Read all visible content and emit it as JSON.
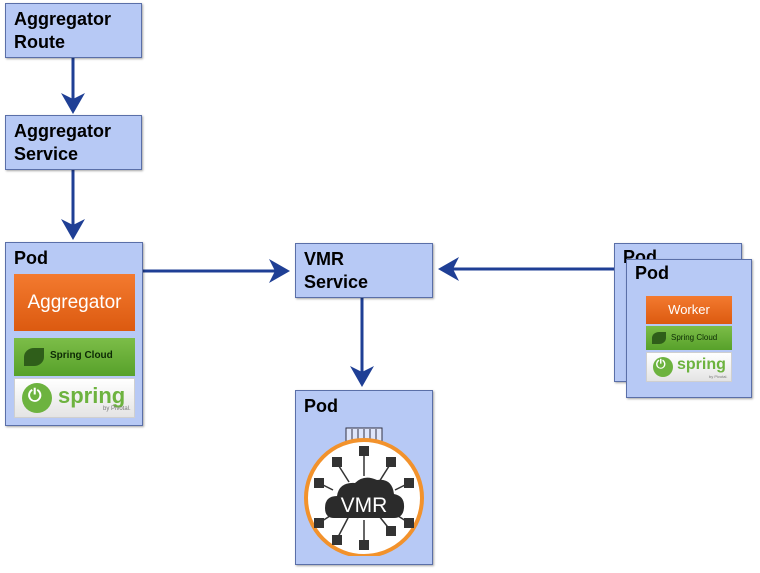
{
  "nodes": {
    "aggregator_route": {
      "title": "Aggregator\nRoute"
    },
    "aggregator_service": {
      "title": "Aggregator\nService"
    },
    "aggregator_pod": {
      "title": "Pod",
      "tiles": {
        "app": "Aggregator",
        "cloud": "Spring Cloud",
        "spring": "spring",
        "vendor": "by Pivotal."
      }
    },
    "vmr_service": {
      "title": "VMR\nService"
    },
    "vmr_pod": {
      "title": "Pod",
      "logo_text": "VMR"
    },
    "worker_pod_back": {
      "title": "Pod"
    },
    "worker_pod_front": {
      "title": "Pod",
      "tiles": {
        "app": "Worker",
        "cloud": "Spring Cloud",
        "spring": "spring",
        "vendor": "by Pivotal."
      }
    }
  },
  "colors": {
    "box_fill": "#b7c9f5",
    "arrow": "#1f3f95",
    "aggregator": "#ec6a1f",
    "spring_cloud": "#6db33f",
    "vmr_ring": "#f2922c"
  },
  "edges": [
    {
      "from": "aggregator_route",
      "to": "aggregator_service"
    },
    {
      "from": "aggregator_service",
      "to": "aggregator_pod"
    },
    {
      "from": "aggregator_pod",
      "to": "vmr_service"
    },
    {
      "from": "worker_pod",
      "to": "vmr_service"
    },
    {
      "from": "vmr_service",
      "to": "vmr_pod"
    }
  ]
}
